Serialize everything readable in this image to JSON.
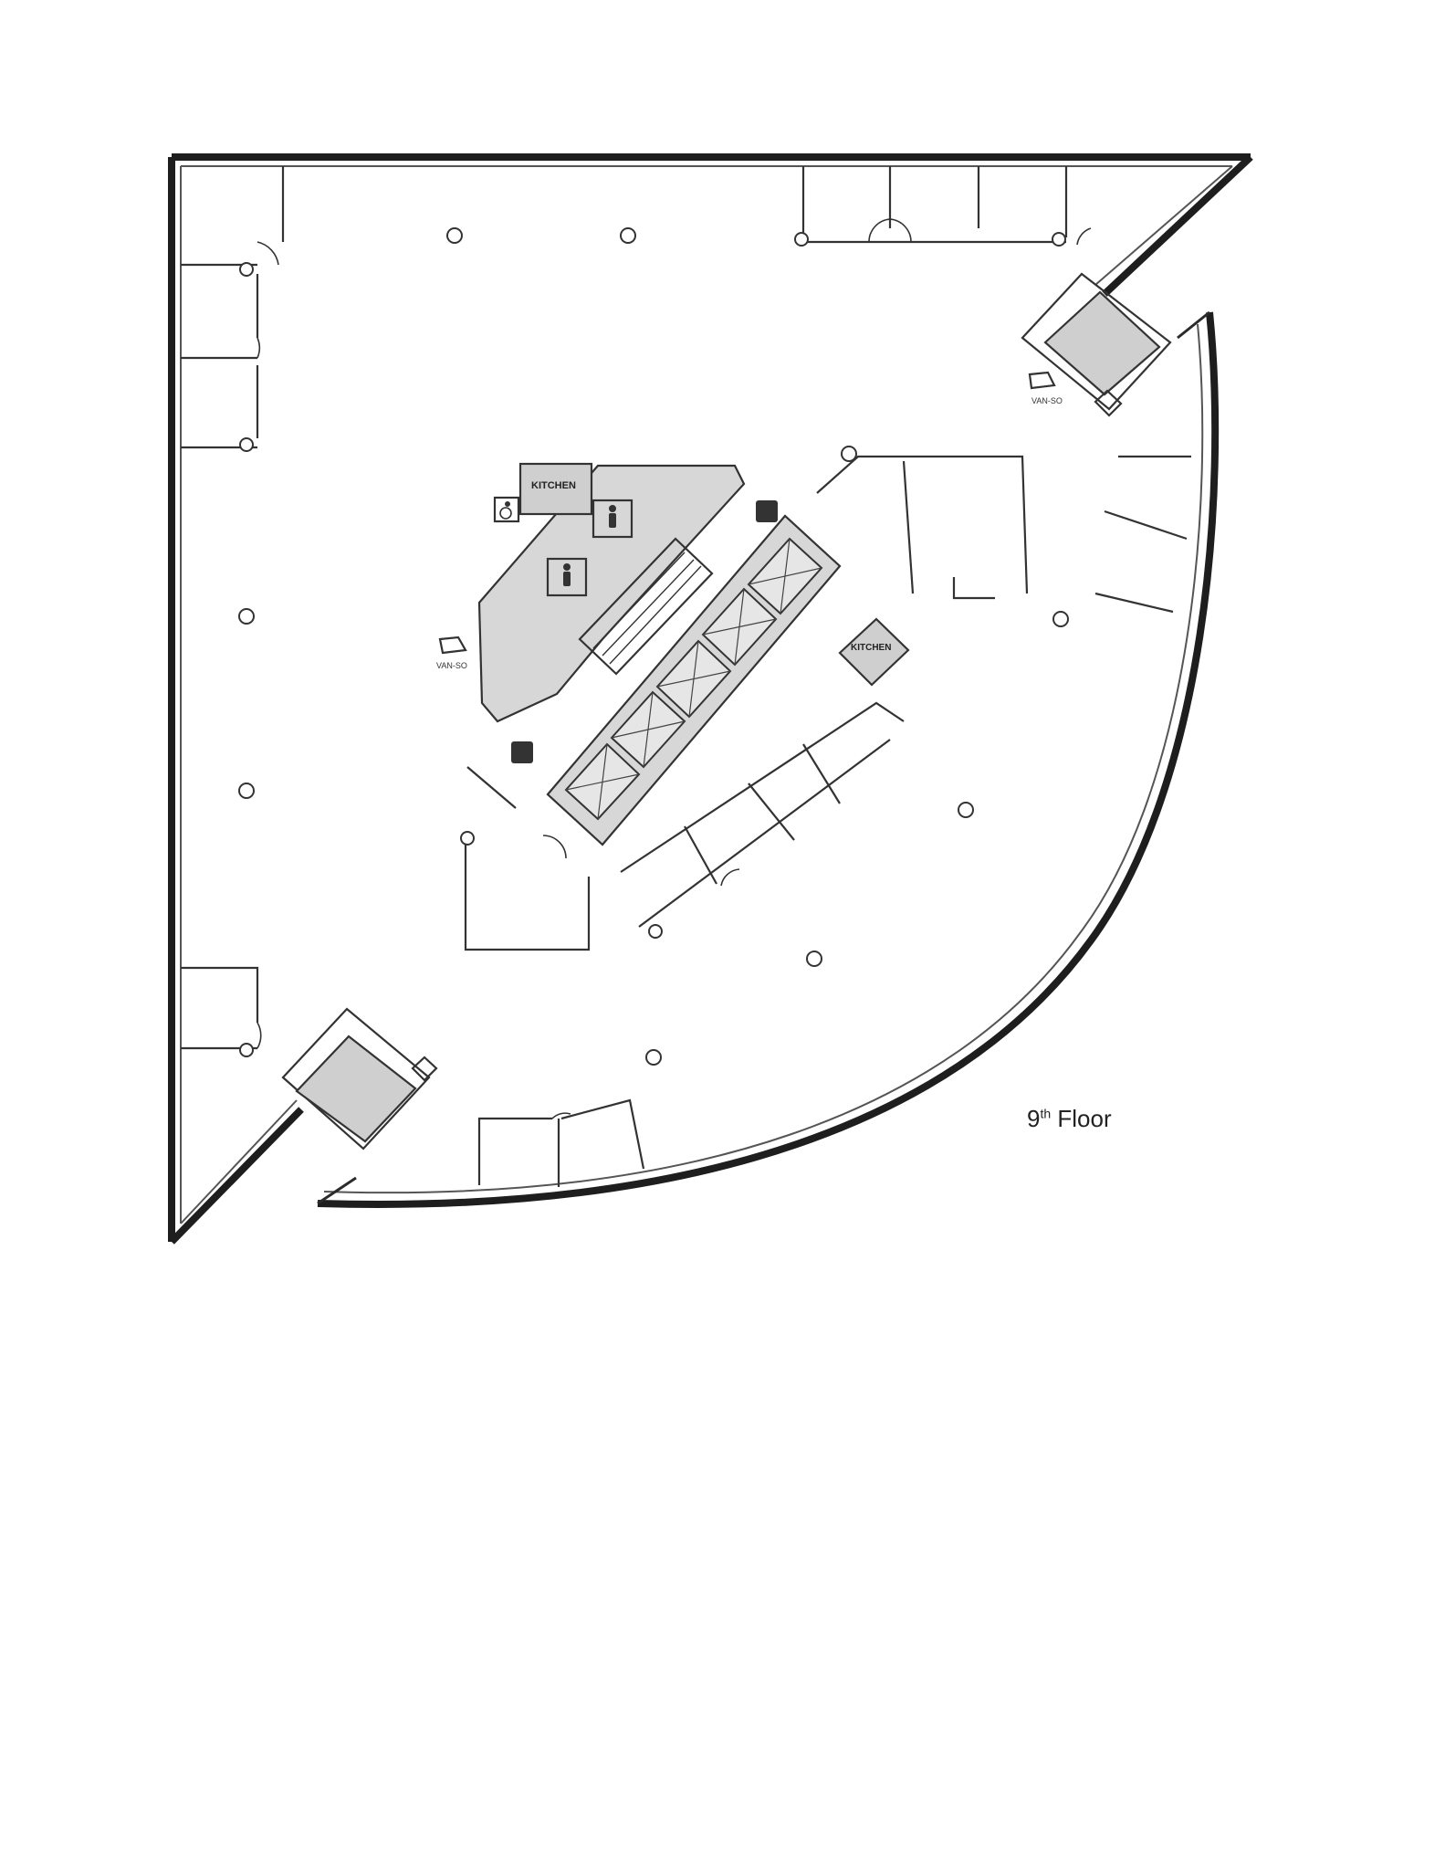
{
  "floor_label": {
    "number": "9",
    "suffix": "th",
    "word": "Floor"
  },
  "labels": {
    "kitchen_core": "KITCHEN",
    "kitchen_east": "KITCHEN",
    "van_ne": "VAN-SO",
    "van_w": "VAN-SO"
  },
  "icons": {
    "restroom_men": "person-icon",
    "restroom_women": "person-icon",
    "accessible": "wheelchair-icon",
    "fire_extinguisher": "extinguisher-icon"
  }
}
